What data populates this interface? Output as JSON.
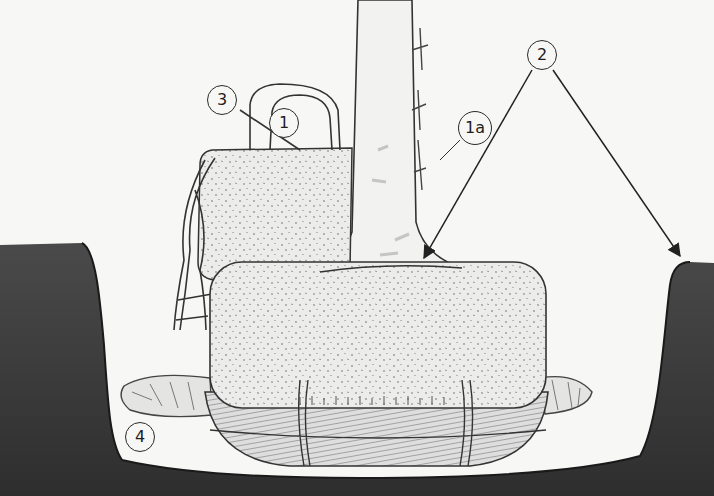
{
  "diagram": {
    "labels": [
      "2",
      "3",
      "1",
      "1a",
      "4"
    ]
  }
}
